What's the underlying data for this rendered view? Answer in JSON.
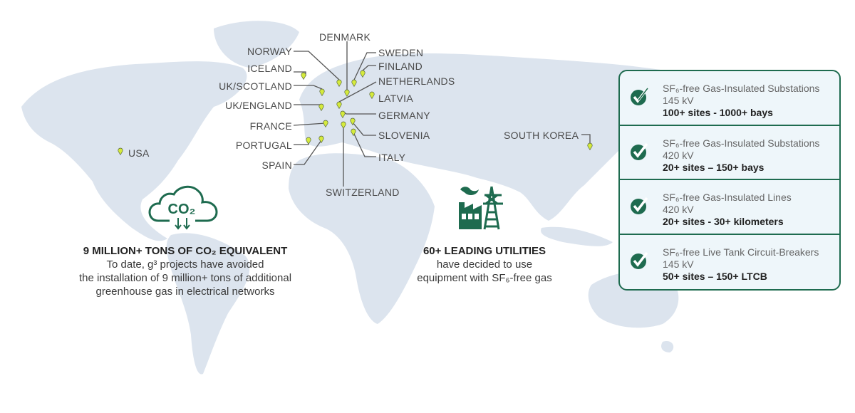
{
  "colors": {
    "accent": "#1e6b4f",
    "pin": "#d5ea3c",
    "map": "#dce4ee"
  },
  "map_labels": {
    "denmark": "DENMARK",
    "norway": "NORWAY",
    "sweden": "SWEDEN",
    "iceland": "ICELAND",
    "finland": "FINLAND",
    "uk_scotland": "UK/SCOTLAND",
    "netherlands": "NETHERLANDS",
    "latvia": "LATVIA",
    "uk_england": "UK/ENGLAND",
    "germany": "GERMANY",
    "france": "FRANCE",
    "slovenia": "SLOVENIA",
    "portugal": "PORTUGAL",
    "italy": "ITALY",
    "spain": "SPAIN",
    "switzerland": "SWITZERLAND",
    "usa": "USA",
    "south_korea": "SOUTH KOREA"
  },
  "co2": {
    "icon_text": "CO₂",
    "headline": "9 MILLION+ TONS OF CO₂ EQUIVALENT",
    "line1": "To date, g³ projects have avoided",
    "line2": "the installation of 9 million+ tons of additional",
    "line3": "greenhouse gas in electrical networks"
  },
  "utilities": {
    "headline": "60+ LEADING UTILITIES",
    "line1": "have decided to use",
    "line2": "equipment with SF₆-free gas"
  },
  "card": [
    {
      "title": "SF₆-free Gas-Insulated Substations",
      "voltage": "145 kV",
      "stats": "100+ sites - 1000+ bays"
    },
    {
      "title": "SF₆-free Gas-Insulated Substations",
      "voltage": "420 kV",
      "stats": "20+ sites – 150+ bays"
    },
    {
      "title": "SF₆-free Gas-Insulated Lines",
      "voltage": "420 kV",
      "stats": "20+ sites - 30+ kilometers"
    },
    {
      "title": "SF₆-free Live Tank Circuit-Breakers",
      "voltage": "145 kV",
      "stats": "50+ sites – 150+ LTCB"
    }
  ]
}
